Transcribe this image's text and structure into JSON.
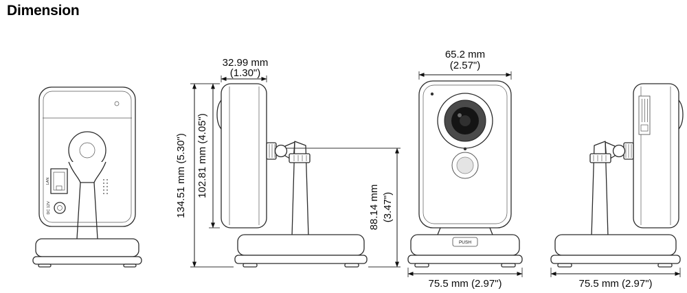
{
  "page": {
    "title": "Dimension"
  },
  "views": {
    "back": {
      "port_label": "LAN",
      "power_label": "DC 12V"
    },
    "side_left": {
      "dim_depth_mm": "32.99 mm",
      "dim_depth_in": "(1.30\")",
      "dim_total_height": "134.51 mm (5.30\")",
      "dim_body_height": "102.81 mm (4.05\")",
      "dim_mount_height_mm": "88.14 mm",
      "dim_mount_height_in": "(3.47\")"
    },
    "front": {
      "dim_width_mm": "65.2 mm",
      "dim_width_in": "(2.57\")",
      "dim_base_width": "75.5 mm (2.97\")",
      "button_label": "PUSH"
    },
    "side_right": {
      "dim_base_width": "75.5 mm (2.97\")"
    }
  }
}
